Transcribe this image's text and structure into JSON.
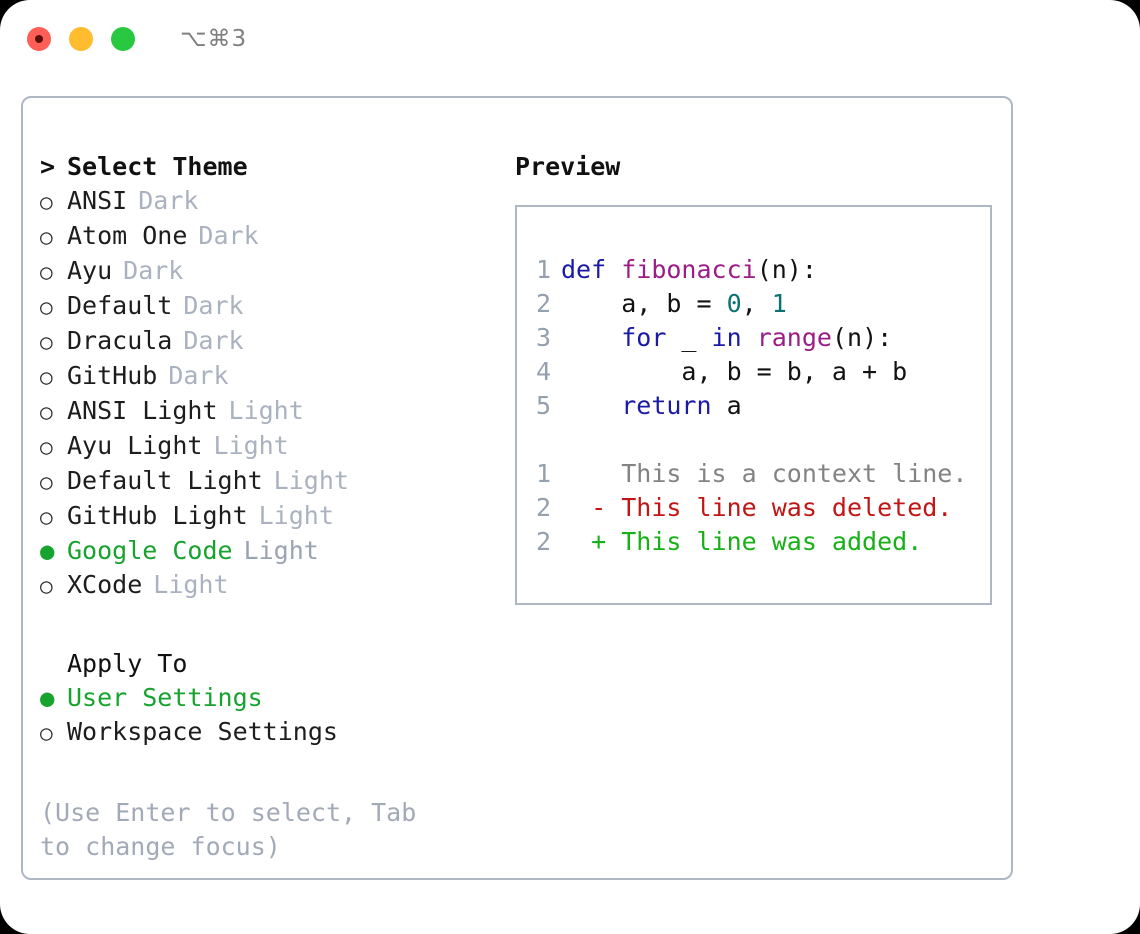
{
  "titlebar": {
    "traffic_lights": [
      {
        "name": "close",
        "color": "#ff5f57"
      },
      {
        "name": "minimize",
        "color": "#febc2e"
      },
      {
        "name": "zoom",
        "color": "#28c840"
      }
    ],
    "shortcut": "⌥⌘3"
  },
  "theme_picker": {
    "caret": ">",
    "header": "Select Theme",
    "bullet_empty": "○",
    "bullet_filled": "●",
    "options": [
      {
        "label": "ANSI",
        "tag": "Dark",
        "selected": false
      },
      {
        "label": "Atom One",
        "tag": "Dark",
        "selected": false
      },
      {
        "label": "Ayu",
        "tag": "Dark",
        "selected": false
      },
      {
        "label": "Default",
        "tag": "Dark",
        "selected": false
      },
      {
        "label": "Dracula",
        "tag": "Dark",
        "selected": false
      },
      {
        "label": "GitHub",
        "tag": "Dark",
        "selected": false
      },
      {
        "label": "ANSI Light",
        "tag": "Light",
        "selected": false
      },
      {
        "label": "Ayu Light",
        "tag": "Light",
        "selected": false
      },
      {
        "label": "Default Light",
        "tag": "Light",
        "selected": false
      },
      {
        "label": "GitHub Light",
        "tag": "Light",
        "selected": false
      },
      {
        "label": "Google Code",
        "tag": "Light",
        "selected": true
      },
      {
        "label": "XCode",
        "tag": "Light",
        "selected": false
      }
    ]
  },
  "apply_to": {
    "header": "Apply To",
    "options": [
      {
        "label": "User Settings",
        "selected": true
      },
      {
        "label": "Workspace Settings",
        "selected": false
      }
    ]
  },
  "hint": "(Use Enter to select, Tab to change focus)",
  "preview": {
    "title": "Preview",
    "code_lines": [
      {
        "no": "1",
        "tokens": [
          {
            "t": "def ",
            "c": "kw"
          },
          {
            "t": "fibonacci",
            "c": "fn"
          },
          {
            "t": "(n):",
            "c": "ctext"
          }
        ]
      },
      {
        "no": "2",
        "tokens": [
          {
            "t": "    a, b = ",
            "c": "ctext"
          },
          {
            "t": "0",
            "c": "num"
          },
          {
            "t": ", ",
            "c": "ctext"
          },
          {
            "t": "1",
            "c": "num"
          }
        ]
      },
      {
        "no": "3",
        "tokens": [
          {
            "t": "    ",
            "c": "ctext"
          },
          {
            "t": "for",
            "c": "kw"
          },
          {
            "t": " _ ",
            "c": "ctext"
          },
          {
            "t": "in",
            "c": "kw"
          },
          {
            "t": " ",
            "c": "ctext"
          },
          {
            "t": "range",
            "c": "fn"
          },
          {
            "t": "(n):",
            "c": "ctext"
          }
        ]
      },
      {
        "no": "4",
        "tokens": [
          {
            "t": "        a, b = b, a + b",
            "c": "ctext"
          }
        ]
      },
      {
        "no": "5",
        "tokens": [
          {
            "t": "    ",
            "c": "ctext"
          },
          {
            "t": "return",
            "c": "kw"
          },
          {
            "t": " a",
            "c": "ctext"
          }
        ]
      }
    ],
    "diff_lines": [
      {
        "no": "1",
        "marker": " ",
        "text": "This is a context line.",
        "kind": "ctx"
      },
      {
        "no": "2",
        "marker": "-",
        "text": "This line was deleted.",
        "kind": "del"
      },
      {
        "no": "2",
        "marker": "+",
        "text": "This line was added.",
        "kind": "add"
      }
    ]
  },
  "colors": {
    "accent_green": "#16a32e",
    "muted_tag": "#aab2c0",
    "border": "#aeb7c4",
    "keyword": "#1a1aa6",
    "function": "#9c1d85",
    "number": "#0b7273",
    "diff_deleted": "#c01616",
    "diff_added": "#17b117",
    "line_number": "#94a0ae"
  }
}
